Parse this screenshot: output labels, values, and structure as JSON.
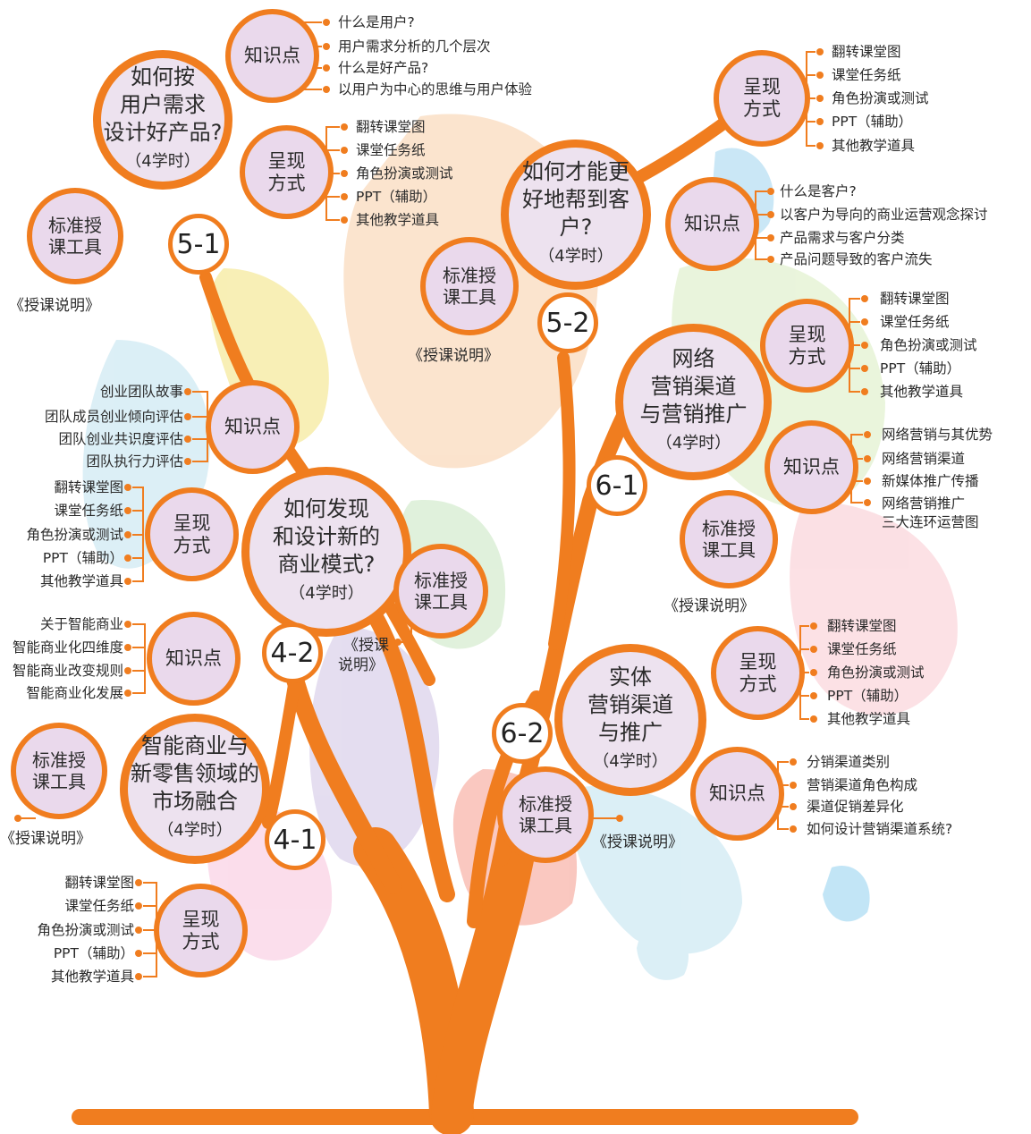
{
  "colors": {
    "trunk": "#f07d1f",
    "main_fill": "#ede2ef",
    "sub_fill": "#ead9ec",
    "dot": "#f07d1f"
  },
  "modules": {
    "m51": {
      "code": "5-1",
      "title": [
        "如何按",
        "用户需求",
        "设计好产品?"
      ],
      "hours": "（4学时）",
      "knowledge_label": "知识点",
      "knowledge": [
        "什么是用户?",
        "用户需求分析的几个层次",
        "什么是好产品?",
        "以用户为中心的思维与用户体验"
      ],
      "present_label": [
        "呈现",
        "方式"
      ],
      "present": [
        "翻转课堂图",
        "课堂任务纸",
        "角色扮演或测试",
        "PPT（辅助）",
        "其他教学道具"
      ],
      "tool_label": [
        "标准授",
        "课工具"
      ],
      "note": "《授课说明》"
    },
    "m52": {
      "code": "5-2",
      "title": [
        "如何才能更",
        "好地帮到客户?"
      ],
      "hours": "（4学时）",
      "knowledge_label": "知识点",
      "knowledge": [
        "什么是客户?",
        "以客户为导向的商业运营观念探讨",
        "产品需求与客户分类",
        "产品问题导致的客户流失"
      ],
      "present_label": [
        "呈现",
        "方式"
      ],
      "present": [
        "翻转课堂图",
        "课堂任务纸",
        "角色扮演或测试",
        "PPT（辅助）",
        "其他教学道具"
      ],
      "tool_label": [
        "标准授",
        "课工具"
      ],
      "note": "《授课说明》"
    },
    "m42": {
      "code": "4-2",
      "title": [
        "如何发现",
        "和设计新的",
        "商业模式?"
      ],
      "hours": "（4学时）",
      "knowledge_label": "知识点",
      "knowledge": [
        "创业团队故事",
        "团队成员创业倾向评估",
        "团队创业共识度评估",
        "团队执行力评估"
      ],
      "present_label": [
        "呈现",
        "方式"
      ],
      "present": [
        "翻转课堂图",
        "课堂任务纸",
        "角色扮演或测试",
        "PPT（辅助）",
        "其他教学道具"
      ],
      "tool_label": [
        "标准授",
        "课工具"
      ],
      "note": [
        "《授课",
        "说明》"
      ]
    },
    "m41": {
      "code": "4-1",
      "title": [
        "智能商业与",
        "新零售领域的",
        "市场融合"
      ],
      "hours": "（4学时）",
      "knowledge_label": "知识点",
      "knowledge": [
        "关于智能商业",
        "智能商业化四维度",
        "智能商业改变规则",
        "智能商业化发展"
      ],
      "present_label": [
        "呈现",
        "方式"
      ],
      "present": [
        "翻转课堂图",
        "课堂任务纸",
        "角色扮演或测试",
        "PPT（辅助）",
        "其他教学道具"
      ],
      "tool_label": [
        "标准授",
        "课工具"
      ],
      "note": "《授课说明》"
    },
    "m61": {
      "code": "6-1",
      "title": [
        "网络",
        "营销渠道",
        "与营销推广"
      ],
      "hours": "（4学时）",
      "knowledge_label": "知识点",
      "knowledge": [
        "网络营销与其优势",
        "网络营销渠道",
        "新媒体推广传播",
        "网络营销推广",
        "三大连环运营图"
      ],
      "present_label": [
        "呈现",
        "方式"
      ],
      "present": [
        "翻转课堂图",
        "课堂任务纸",
        "角色扮演或测试",
        "PPT（辅助）",
        "其他教学道具"
      ],
      "tool_label": [
        "标准授",
        "课工具"
      ],
      "note": "《授课说明》"
    },
    "m62": {
      "code": "6-2",
      "title": [
        "实体",
        "营销渠道",
        "与推广"
      ],
      "hours": "（4学时）",
      "knowledge_label": "知识点",
      "knowledge": [
        "分销渠道类别",
        "营销渠道角色构成",
        "渠道促销差异化",
        "如何设计营销渠道系统?"
      ],
      "present_label": [
        "呈现",
        "方式"
      ],
      "present": [
        "翻转课堂图",
        "课堂任务纸",
        "角色扮演或测试",
        "PPT（辅助）",
        "其他教学道具"
      ],
      "tool_label": [
        "标准授",
        "课工具"
      ],
      "note": "《授课说明》"
    }
  }
}
